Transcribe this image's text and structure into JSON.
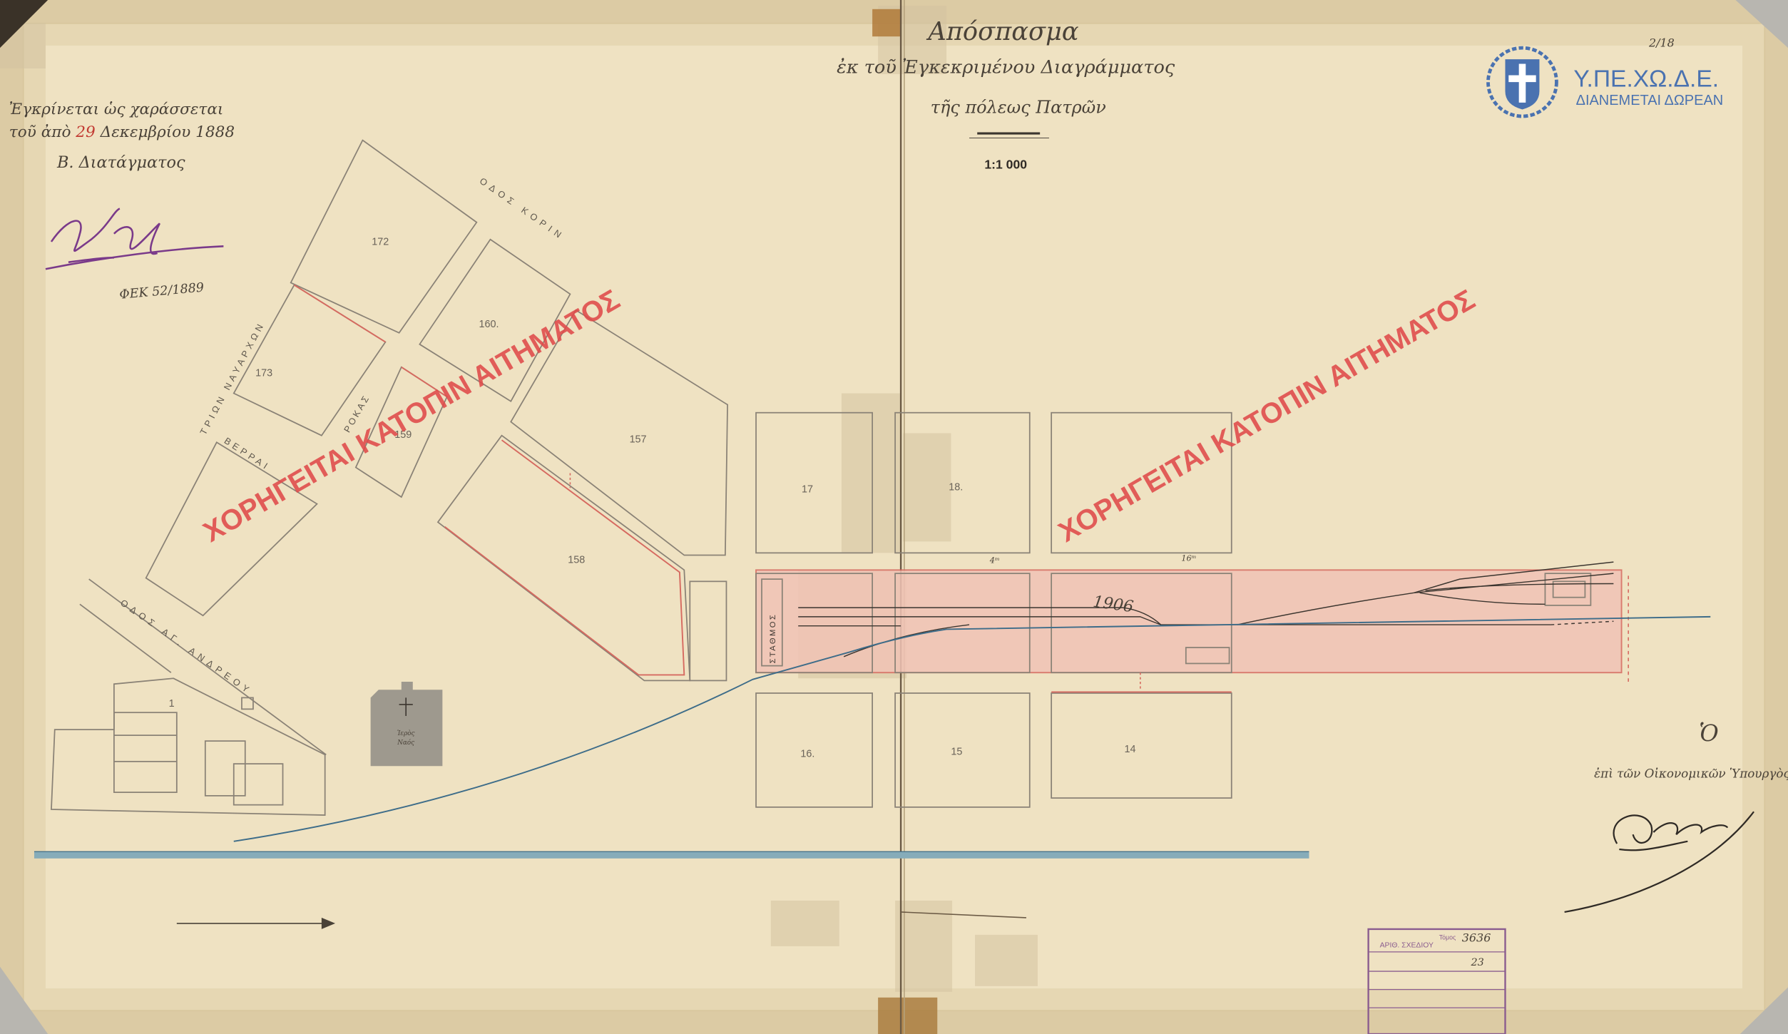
{
  "header": {
    "title": "Απόσπασμα",
    "subtitle_1": "ἐκ τοῦ Ἐγκεκριμένου Διαγράμματος",
    "subtitle_2": "τῆς πόλεως Πατρῶν",
    "scale": "1:1 000",
    "sheet": "2/18"
  },
  "logo": {
    "name": "Υ.ΠΕ.ΧΩ.Δ.Ε.",
    "tagline": "ΔΙΑΝΕΜΕΤΑΙ ΔΩΡΕΑΝ",
    "icon": "greek-coat-of-arms-icon"
  },
  "approval": {
    "line_1": "Ἐγκρίνεται ὡς χαράσσεται",
    "line_2_prefix": "τοῦ ἀπὸ ",
    "day": "29",
    "line_2_suffix": " Δεκεμβρίου 1888",
    "line_3": "Β. Διατάγματος",
    "fek": "ΦΕΚ 52/1889"
  },
  "watermark": "ΧΟΡΗΓΕΙΤΑΙ ΚΑΤΟΠΙΝ ΑΙΤΗΜΑΤΟΣ",
  "blocks": [
    "172",
    "160.",
    "173",
    "159",
    "157",
    "158",
    "17",
    "18.",
    "16.",
    "15",
    "14",
    "1"
  ],
  "streets": {
    "korinthou": "ΟΔΟΣ ΚΟΡΙΝ",
    "trion_navarchon": "ΤΡΙΩΝ ΝΑΥΑΡΧΩΝ",
    "verraiou": "ΒΕΡΡΑΙ",
    "rokas": "ΡΟΚΑΣ",
    "ag_andreou": "ΟΔΟΣ ΑΓ. ΑΝΔΡΕΟΥ"
  },
  "station": "ΣΤΑΘΜΟΣ",
  "church": {
    "line_1": "Ἱερὸς",
    "line_2": "Ναός"
  },
  "dimensions": {
    "width": "16ᵐ",
    "offset": "4ᵐ"
  },
  "annotation": "1906",
  "minister": {
    "article": "Ὁ",
    "title": "ἐπὶ τῶν Οἰκονομικῶν Ὑπουργὸς"
  },
  "stamp": {
    "label": "ΑΡΙΘ. ΣΧΕΔΙΟΥ",
    "volume_label": "Τόμος",
    "volume": "3636",
    "number": "23"
  },
  "icons": {
    "north": "north-arrow-icon",
    "church": "church-cross-icon"
  },
  "colors": {
    "paper": "#efe2c2",
    "ink": "#4a4238",
    "red_line": "#d66a60",
    "station_fill": "#f1c3b6",
    "railway": "#3d6c89",
    "sea": "#86acb9",
    "watermark": "#e04a4a",
    "logo": "#4a72b0",
    "stamp": "#8b5d8f"
  }
}
